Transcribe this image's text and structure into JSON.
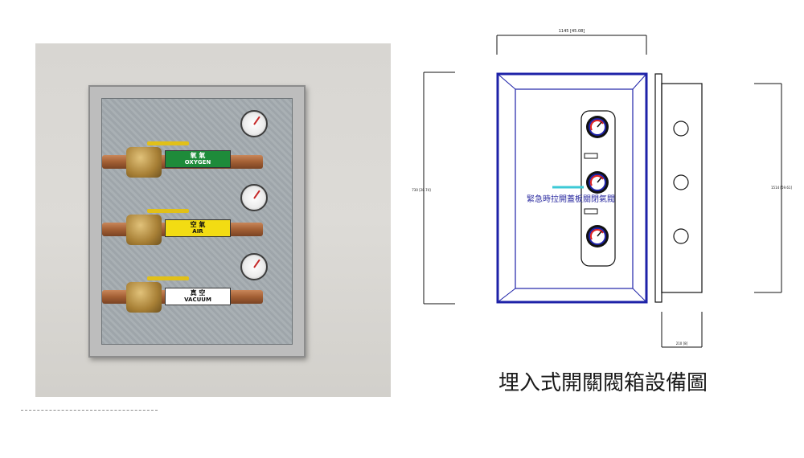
{
  "photo": {
    "labels": [
      {
        "zh": "氧 氣",
        "en": "OXYGEN",
        "bg": "#1e8b3a",
        "fg": "#ffffff"
      },
      {
        "zh": "空 氣",
        "en": "AIR",
        "bg": "#f2dc13",
        "fg": "#111111"
      },
      {
        "zh": "真 空",
        "en": "VACUUM",
        "bg": "#ffffff",
        "fg": "#111111"
      }
    ]
  },
  "drawing": {
    "dim_top": "1145 [45.08]",
    "dim_left": "730 [28.74]",
    "dim_right": "1514 [59.61]",
    "dim_depth": "210 [8]",
    "annotation": "緊急時拉開蓋板關閉氣閥",
    "colors": {
      "frame": "#1e22a8",
      "line": "#111111",
      "annotation": "#2b2ba0",
      "highlight": "#3cc9d6"
    }
  },
  "caption": "埋入式開關閥箱設備圖"
}
